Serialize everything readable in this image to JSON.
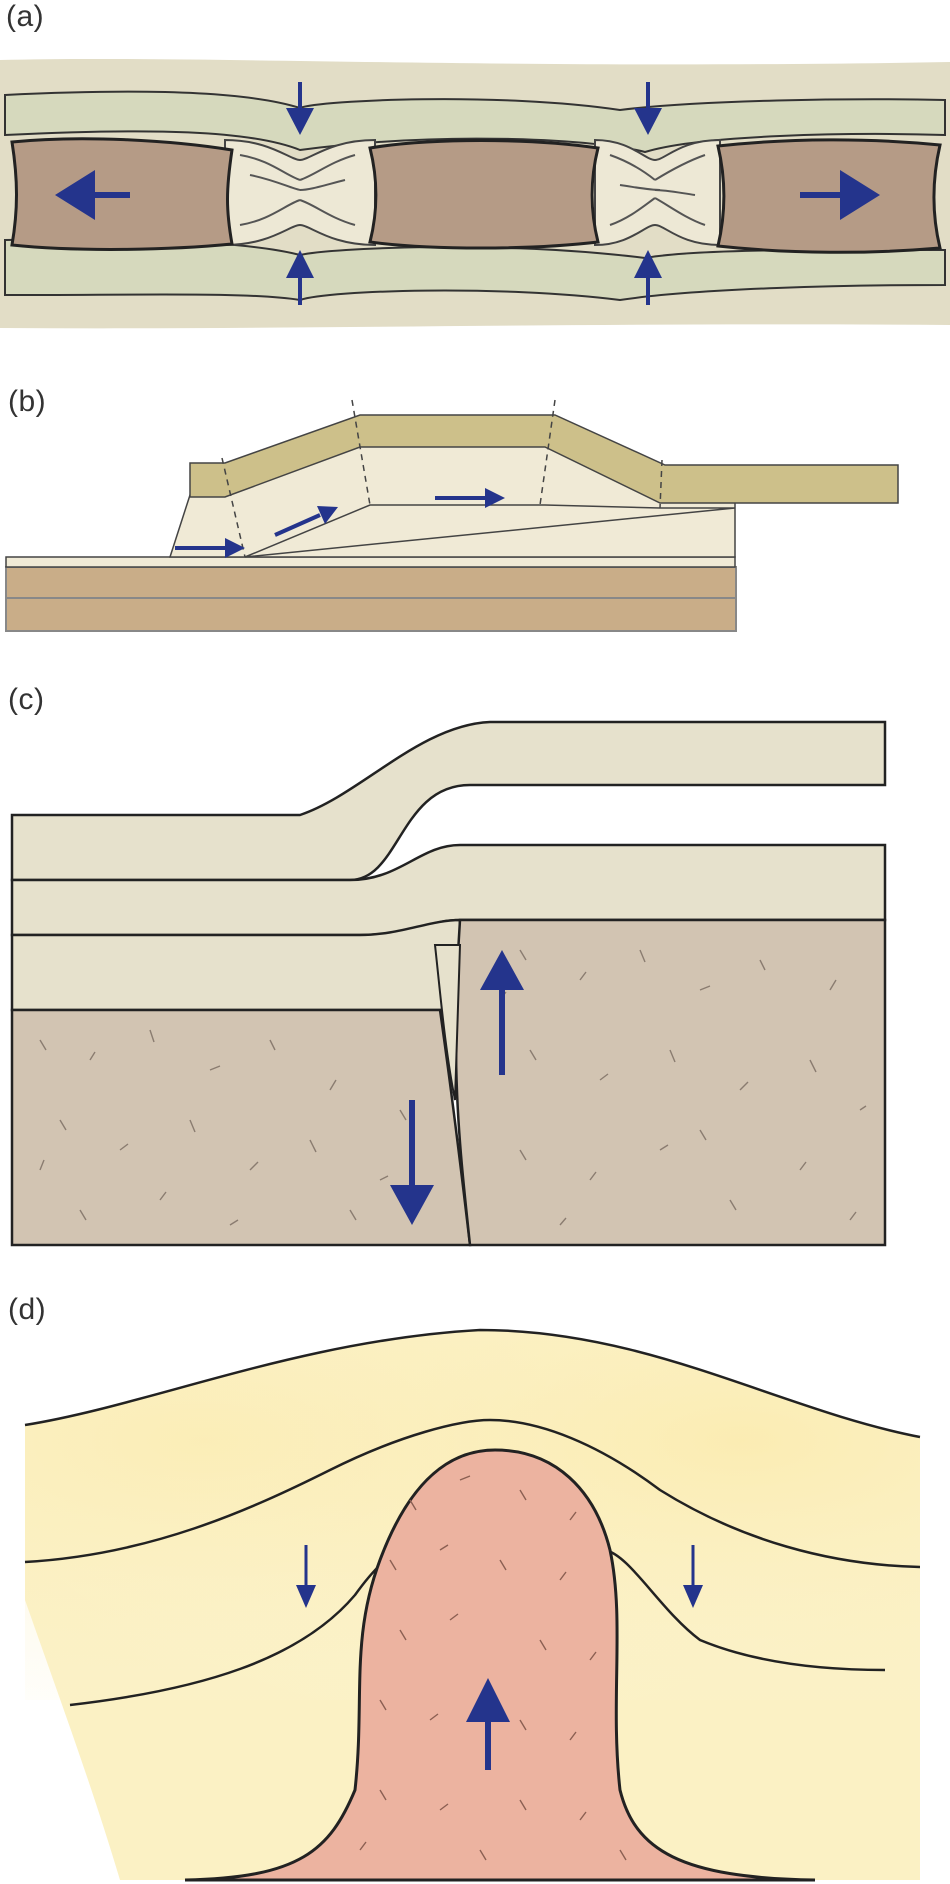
{
  "panels": [
    {
      "label": "(a)"
    },
    {
      "label": "(b)"
    },
    {
      "label": "(c)"
    },
    {
      "label": "(d)"
    }
  ],
  "colors": {
    "arrow": "#24348c",
    "outer_layer": "#e2ddc6",
    "green_layer": "#d6d9bd",
    "boudin": "#b59b86",
    "neck": "#ede8d5",
    "thrust_block": "#f0ead6",
    "thrust_top_layer": "#cdc08a",
    "basement_b": "#c9ad88",
    "strata_c": "#e6e1cc",
    "basement_c": "#d2c4b2",
    "salt_background": "#fbf1c4",
    "diapir": "#ecb3a0"
  }
}
